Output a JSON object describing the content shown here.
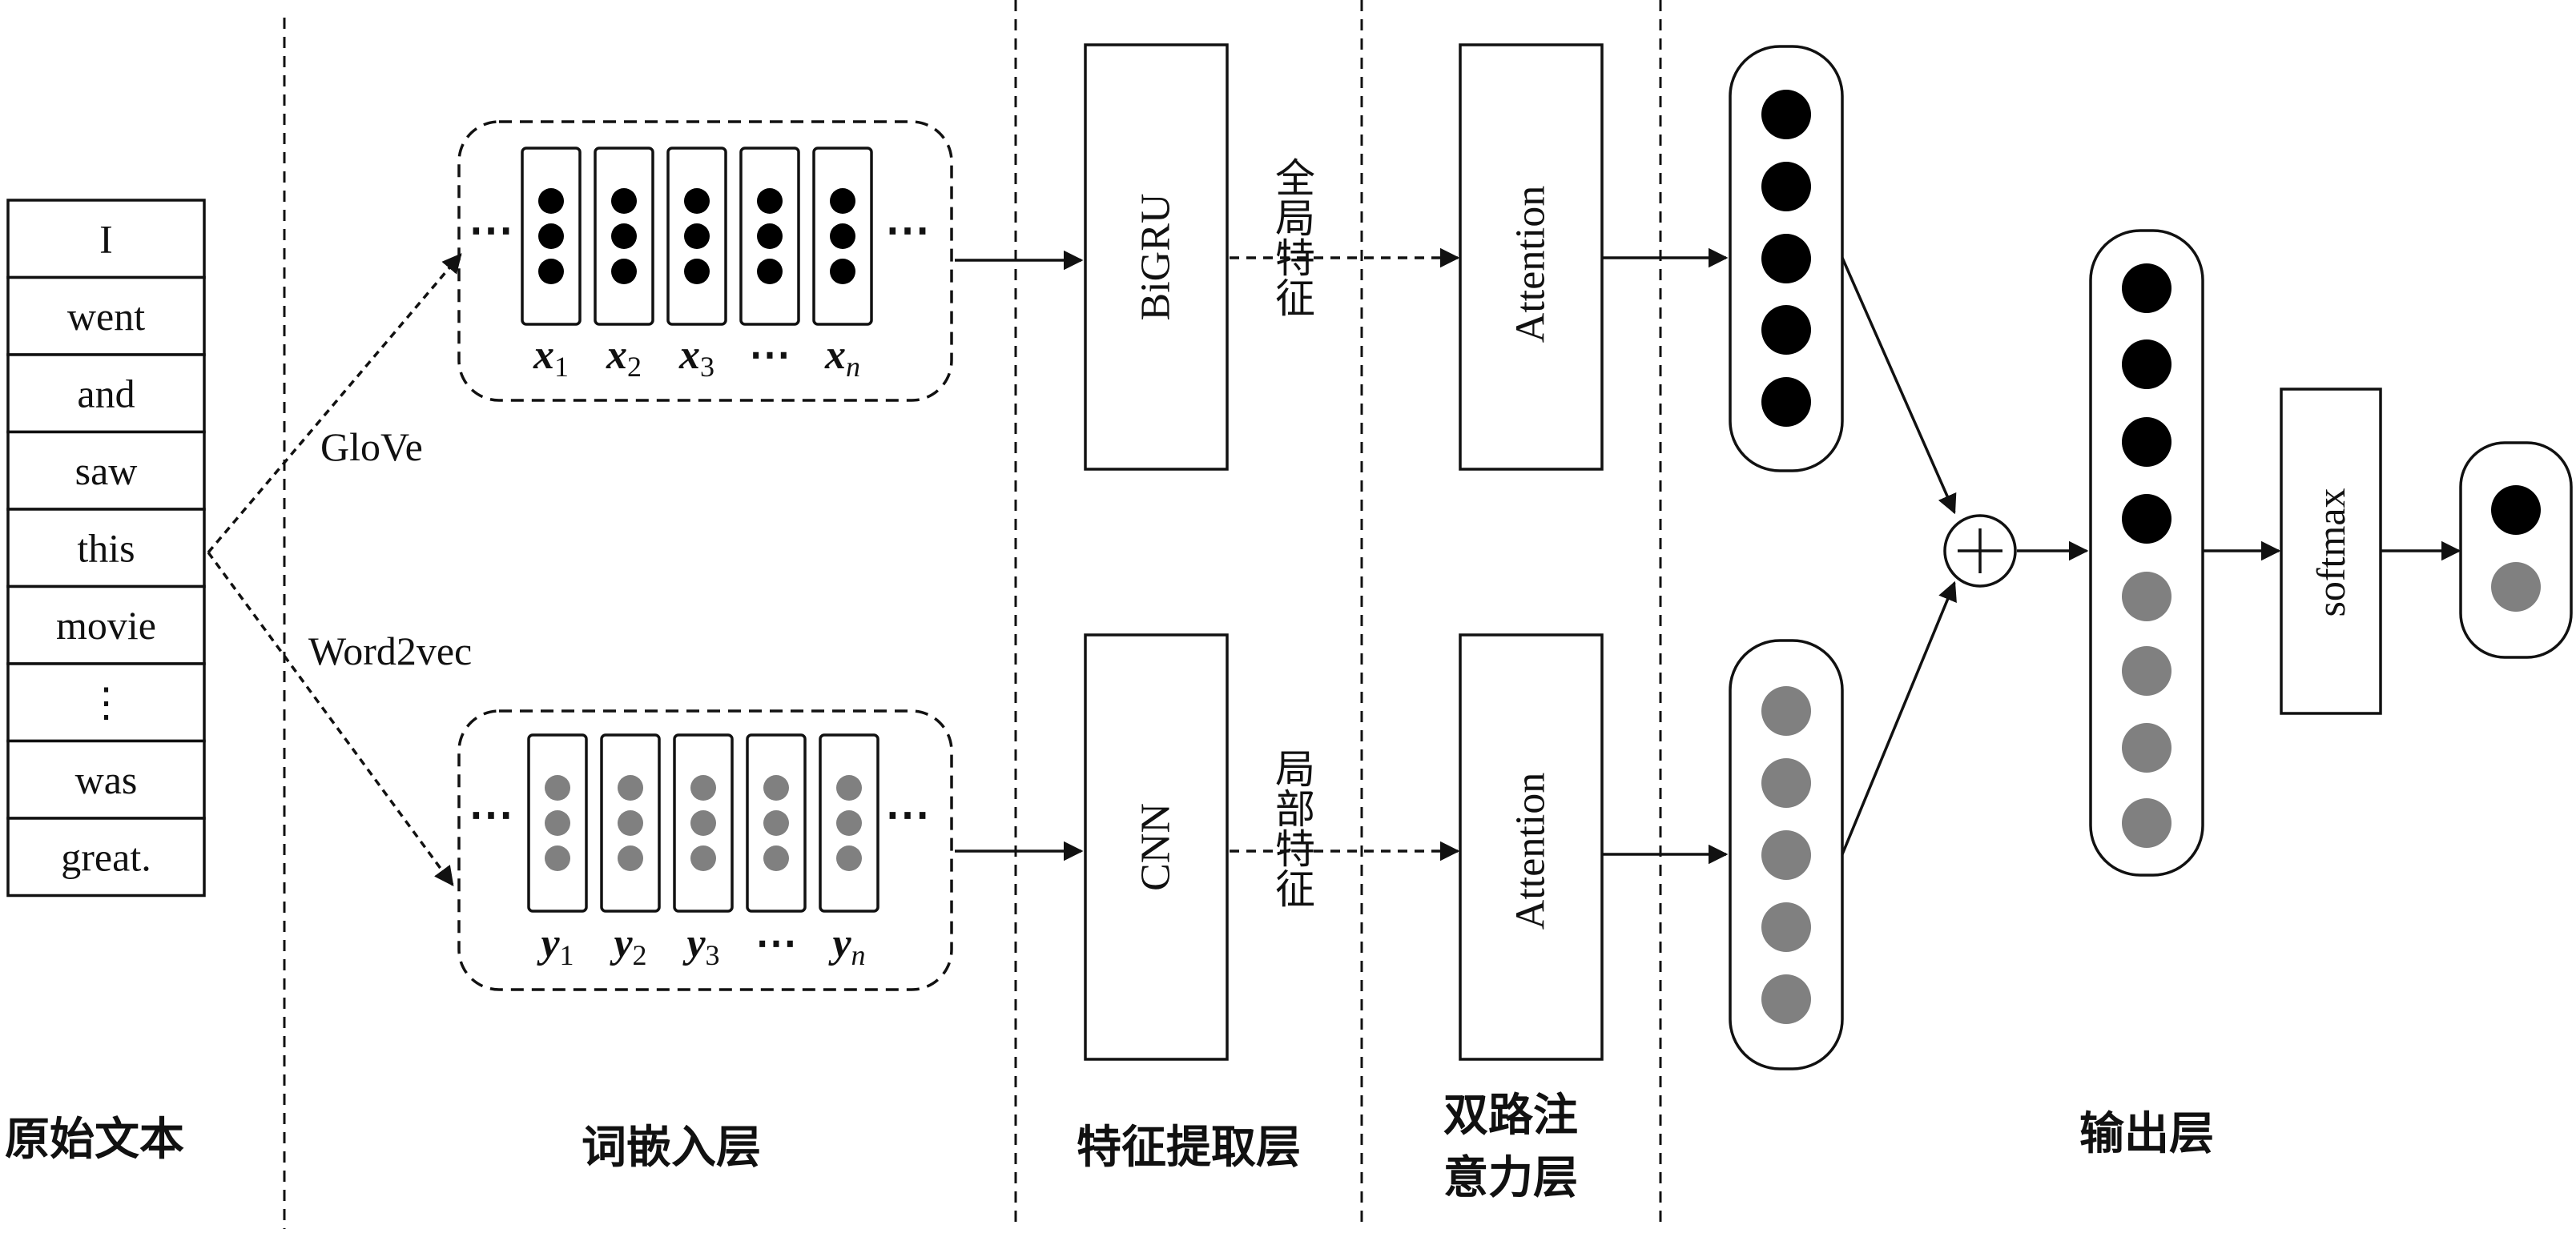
{
  "raw_text": {
    "words": [
      "I",
      "went",
      "and",
      "saw",
      "this",
      "movie",
      "⋮",
      "was",
      "great."
    ]
  },
  "embedding": {
    "glove_label": "GloVe",
    "word2vec_label": "Word2vec",
    "x_vectors": [
      {
        "base": "x",
        "sub": "1"
      },
      {
        "base": "x",
        "sub": "2"
      },
      {
        "base": "x",
        "sub": "3"
      },
      {
        "base": "⋯",
        "sub": ""
      },
      {
        "base": "x",
        "sub": "n"
      }
    ],
    "y_vectors": [
      {
        "base": "y",
        "sub": "1"
      },
      {
        "base": "y",
        "sub": "2"
      },
      {
        "base": "y",
        "sub": "3"
      },
      {
        "base": "⋯",
        "sub": ""
      },
      {
        "base": "y",
        "sub": "n"
      }
    ],
    "side_dots": "⋯"
  },
  "feature_layer": {
    "bigru_label": "BiGRU",
    "cnn_label": "CNN",
    "global_feature_chars": [
      "全",
      "局",
      "特",
      "征"
    ],
    "local_feature_chars": [
      "局",
      "部",
      "特",
      "征"
    ]
  },
  "attention_layer": {
    "top_label": "Attention",
    "bottom_label": "Attention"
  },
  "output_layer": {
    "softmax_label": "softmax",
    "plus_symbol": "+"
  },
  "section_labels": {
    "raw_text": "原始文本",
    "embedding": "词嵌入层",
    "feature": "特征提取层",
    "attention_line1": "双路注",
    "attention_line2": "意力层",
    "output": "输出层"
  },
  "colors": {
    "line": "#111111",
    "dark_dot": "#000000",
    "gray_dot": "#808080"
  }
}
